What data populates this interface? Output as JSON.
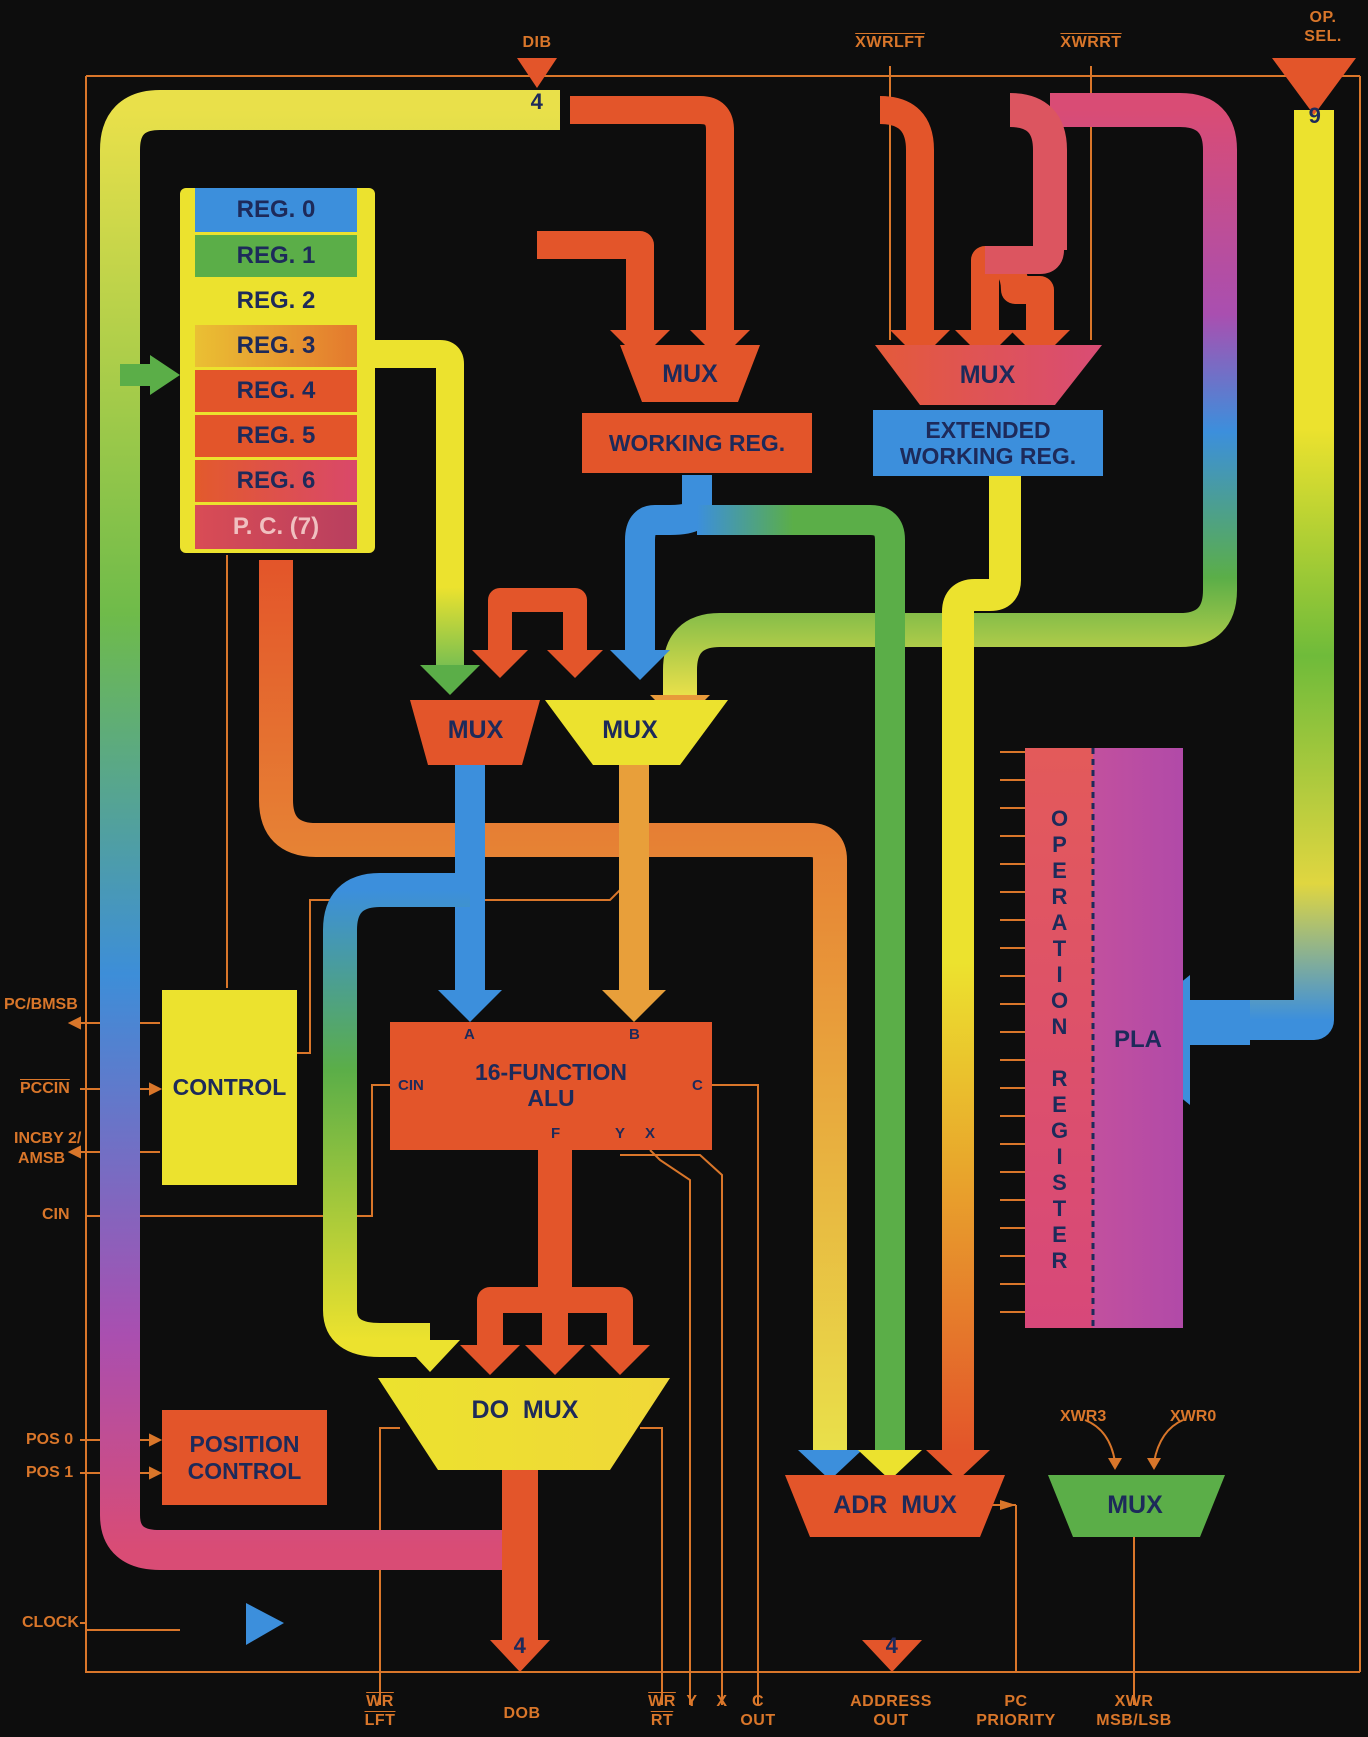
{
  "colors": {
    "background": "#0d0d0d",
    "wire": "#d9762a",
    "orange": "#e3552a",
    "yellow": "#ece22e",
    "green": "#5bae48",
    "blue": "#3c8fdc",
    "pink": "#d9487a",
    "magenta": "#b14aa8",
    "label_text": "#1d2a5a"
  },
  "registers": [
    "REG. 0",
    "REG. 1",
    "REG. 2",
    "REG. 3",
    "REG. 4",
    "REG. 5",
    "REG. 6",
    "P. C. (7)"
  ],
  "blocks": {
    "mux_top_left": "MUX",
    "mux_top_right": "MUX",
    "working_reg": "WORKING REG.",
    "extended_working_reg": [
      "EXTENDED",
      "WORKING REG."
    ],
    "mux_a": "MUX",
    "mux_b": "MUX",
    "alu": [
      "16-FUNCTION",
      "ALU"
    ],
    "alu_ports": {
      "a": "A",
      "b": "B",
      "cin": "CIN",
      "c": "C",
      "f": "F",
      "y": "Y",
      "x": "X"
    },
    "control": "CONTROL",
    "do_mux": "DO  MUX",
    "position_control": [
      "POSITION",
      "CONTROL"
    ],
    "adr_mux": "ADR  MUX",
    "xwr_mux": "MUX",
    "operation_register": "OPERATION REGISTER",
    "pla": "PLA"
  },
  "top_labels": {
    "dib": "DIB",
    "xwrlft": "XWRLFT",
    "xwrrt": "XWRRT",
    "op_sel": [
      "OP.",
      "SEL."
    ],
    "bus_width_dib": "4",
    "bus_width_op": "9"
  },
  "left_pins": [
    "PC/BMSB",
    "PCCIN",
    "INCBY 2/",
    "AMSB",
    "CIN",
    "POS 0",
    "POS 1",
    "CLOCK"
  ],
  "xwr_inputs": [
    "XWR3",
    "XWR0"
  ],
  "bus_widths": {
    "dob": "4",
    "address": "4"
  },
  "bottom_labels": [
    [
      "WR",
      "LFT"
    ],
    [
      "DOB"
    ],
    [
      "WR",
      "RT"
    ],
    [
      "Y"
    ],
    [
      "X"
    ],
    [
      "C",
      "OUT"
    ],
    [
      "ADDRESS",
      "OUT"
    ],
    [
      "PC",
      "PRIORITY"
    ],
    [
      "XWR",
      "MSB/LSB"
    ]
  ]
}
